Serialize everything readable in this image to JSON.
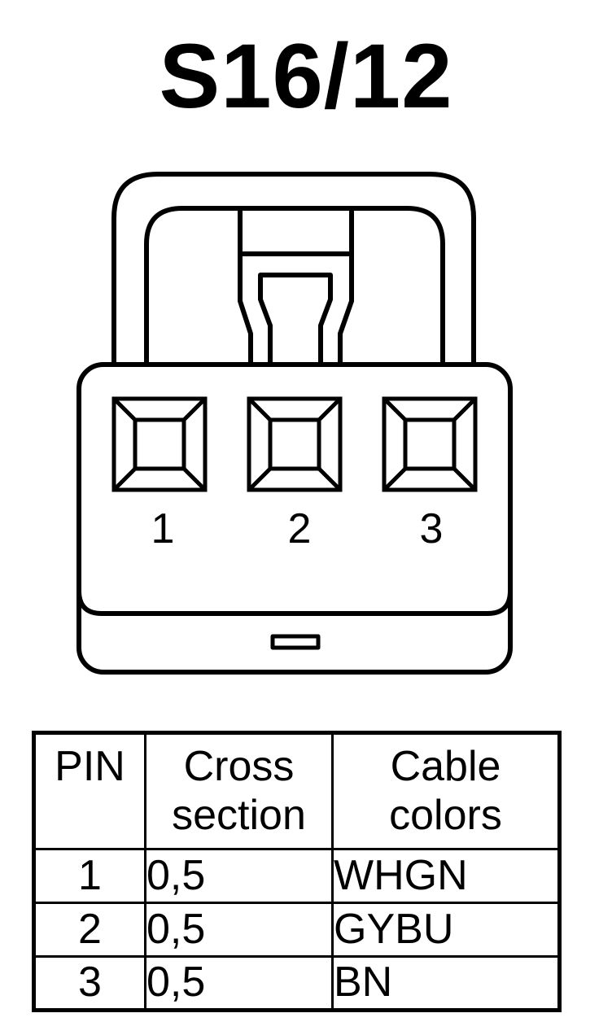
{
  "title": "S16/12",
  "connector": {
    "pin_labels": [
      "1",
      "2",
      "3"
    ]
  },
  "table": {
    "headers": {
      "pin": "PIN",
      "cross_section": [
        "Cross",
        "section"
      ],
      "cable_colors": [
        "Cable",
        "colors"
      ]
    },
    "rows": [
      {
        "pin": "1",
        "cross_section": "0,5",
        "color": "WHGN"
      },
      {
        "pin": "2",
        "cross_section": "0,5",
        "color": "GYBU"
      },
      {
        "pin": "3",
        "cross_section": "0,5",
        "color": "BN"
      }
    ]
  }
}
